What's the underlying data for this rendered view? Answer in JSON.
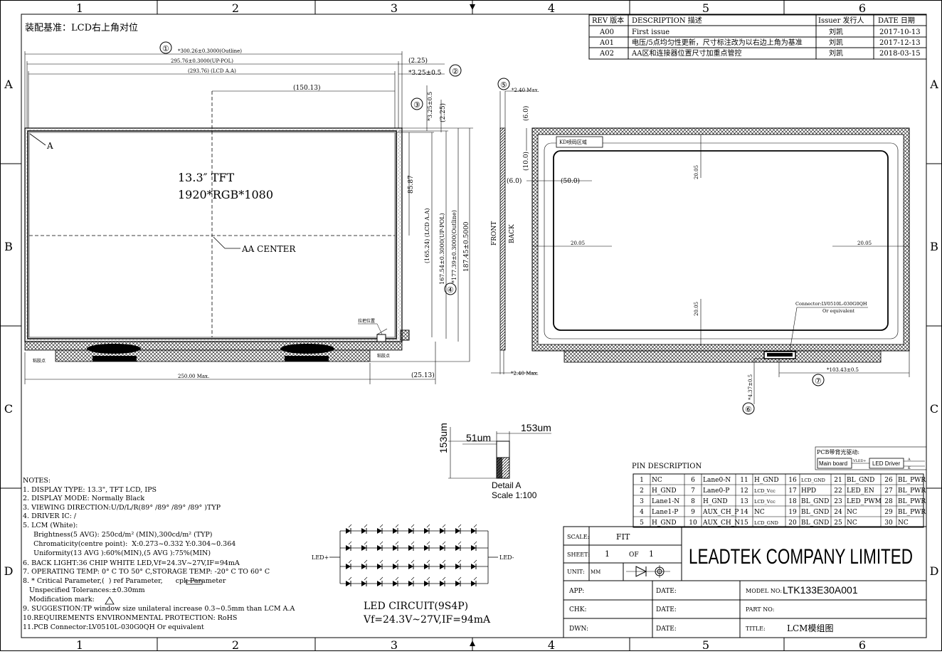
{
  "grid": {
    "cols": [
      "1",
      "2",
      "3",
      "4",
      "5",
      "6"
    ],
    "rows": [
      "A",
      "B",
      "C",
      "D"
    ]
  },
  "assembly_note": "装配基准：LCD右上角对位",
  "revisions": {
    "headers": [
      "REV 版本",
      "DESCRIPTION 描述",
      "Issuer 发行人",
      "DATE 日期"
    ],
    "rows": [
      [
        "A00",
        "First issue",
        "刘凯",
        "2017-10-13"
      ],
      [
        "A01",
        "电压/5点均匀性更新，尺寸标注改为以右边上角为基准",
        "刘凯",
        "2017-12-13"
      ],
      [
        "A02",
        "AA区和连接器位置尺寸加重点管控",
        "刘凯",
        "2018-03-15"
      ]
    ]
  },
  "front_view": {
    "callouts": [
      "①",
      "②",
      "③",
      "④",
      "⑤",
      "⑥",
      "⑦"
    ],
    "dims": {
      "outline_w": "*300.26±0.3000(Outline)",
      "uppol_w": "295.76±0.3000(UP-POL)",
      "lcdaa_w": "(293.76) (LCD A.A)",
      "half_w": "(150.13)",
      "right_gap": "(2.25)",
      "right_top": "*3.25±0.5",
      "vert_top": "*3.25±0.5",
      "vert_gap": "(2.25)",
      "aa_half_h": "85.87",
      "lcdaa_h": "(165.24) (LCD A.A)",
      "uppol_h": "167.54±0.3000(UP-POL)",
      "outline_h": "*177.39±0.3000(Outline)",
      "total_h": "187.45±0.5000",
      "max_w": "250.00 Max.",
      "conn_off": "(25.13)"
    },
    "marker_a": "A",
    "title1": "13.3″ TFT",
    "title2": "1920*RGB*1080",
    "aa_center": "AA CENTER",
    "small_labels": [
      "拉把位置",
      "粘胶点",
      "粘胶点"
    ]
  },
  "side_view": {
    "max_top": "*2.40 Max.",
    "max_bottom": "*2.40 Max.",
    "front": "FRONT",
    "back": "BACK"
  },
  "back_view": {
    "kd_label": "KD喷码区域",
    "d6_0_v": "(6.0)",
    "d10_0": "(10.0)",
    "d6_0_h": "(6.0)",
    "d50_0": "(50.0)",
    "d20_top": "20.05",
    "d20_left": "20.05",
    "d20_right": "20.05",
    "d20_bottom": "20.05",
    "connector1": "Connector:LV0510L-030G0QH",
    "connector2": "Or equivalent",
    "conn_x": "*103.43±0.5",
    "conn_y": "*4.37±0.5"
  },
  "detail": {
    "d153_top": "153um",
    "d51": "51um",
    "d153_left": "153um",
    "name": "Detail A",
    "scale": "Scale 1:100"
  },
  "notes": [
    "NOTES:",
    "1. DISPLAY TYPE:  13.3\", TFT LCD, IPS",
    "2. DISPLAY MODE:  Normally Black",
    "3. VIEWING DIRECTION:U/D/L/R(89° /89° /89° /89° )TYP",
    "4. DRIVER IC: /",
    "5. LCM (White):",
    "     Brightness(5 AVG): 250cd/m² (MIN),300cd/m² (TYP)",
    "     Chromaticity(centre point):  X:0.273~0.332 Y:0.304~0.364",
    "     Uniformity(13 AVG ):60%(MIN),(5 AVG ):75%(MIN)",
    "6. BACK LIGHT:36 CHIP WHITE LED,Vf=24.3V~27V,IF=94mA",
    "7. OPERATING TEMP: 0° C TO 50° C,STORAGE TEMP: -20° C TO 60° C",
    "8. * Critical Parameter,(  ) ref Parameter,      cpk Parameter",
    "   Unspecified Tolerances:±0.30mm",
    "   Modification mark:",
    "9. SUGGESTION:TP window size unilateral increase 0.3~0.5mm than LCM A.A",
    "10.REQUIREMENTS ENVIRONMENTAL PROTECTION: RoHS",
    "11.PCB Connector:LV0510L-030G0QH Or equivalent"
  ],
  "led": {
    "plus": "LED+",
    "minus": "LED-",
    "title": "LED CIRCUIT(9S4P)",
    "spec": "Vf=24.3V~27V,IF=94mA"
  },
  "pcb": {
    "label": "PCB带背光驱动:",
    "main_board": "Main board",
    "vled": "VLED+",
    "driver": "LED Driver",
    "a": "A",
    "k": "K"
  },
  "pins": {
    "title": "PIN DESCRIPTION",
    "rows": [
      [
        [
          "1",
          "NC"
        ],
        [
          "6",
          "Lane0-N"
        ],
        [
          "11",
          "H_GND"
        ],
        [
          "16",
          "LCD_GND"
        ],
        [
          "21",
          "BL_GND"
        ],
        [
          "26",
          "BL_PWR"
        ]
      ],
      [
        [
          "2",
          "H_GND"
        ],
        [
          "7",
          "Lane0-P"
        ],
        [
          "12",
          "LCD_Vcc"
        ],
        [
          "17",
          "HPD"
        ],
        [
          "22",
          "LED_EN"
        ],
        [
          "27",
          "BL_PWR"
        ]
      ],
      [
        [
          "3",
          "Lane1-N"
        ],
        [
          "8",
          "H_GND"
        ],
        [
          "13",
          "LCD_Vcc"
        ],
        [
          "18",
          "BL_GND"
        ],
        [
          "23",
          "LED_PWM"
        ],
        [
          "28",
          "BL_PWR"
        ]
      ],
      [
        [
          "4",
          "Lane1-P"
        ],
        [
          "9",
          "AUX_CH_P"
        ],
        [
          "14",
          "NC"
        ],
        [
          "19",
          "BL_GND"
        ],
        [
          "24",
          "NC"
        ],
        [
          "29",
          "BL_PWR"
        ]
      ],
      [
        [
          "5",
          "H_GND"
        ],
        [
          "10",
          "AUX_CH_N"
        ],
        [
          "15",
          "LCD_GND"
        ],
        [
          "20",
          "BL_GND"
        ],
        [
          "25",
          "NC"
        ],
        [
          "30",
          "NC"
        ]
      ]
    ]
  },
  "title_block": {
    "scale_lbl": "SCALE:",
    "scale_val": "FIT",
    "sheet_lbl": "SHEET:",
    "sheet_no": "1",
    "of": "OF",
    "sheet_total": "1",
    "unit_lbl": "UNIT:",
    "unit_val": "MM",
    "company": "LEADTEK COMPANY LIMITED",
    "app": "APP:",
    "chk": "CHK:",
    "dwn": "DWN:",
    "date": "DATE:",
    "model_lbl": "MODEL NO:",
    "model_val": "LTK133E30A001",
    "part_lbl": "PART NO:",
    "title_lbl": "TITLE:",
    "title_val": "LCM模组图"
  }
}
